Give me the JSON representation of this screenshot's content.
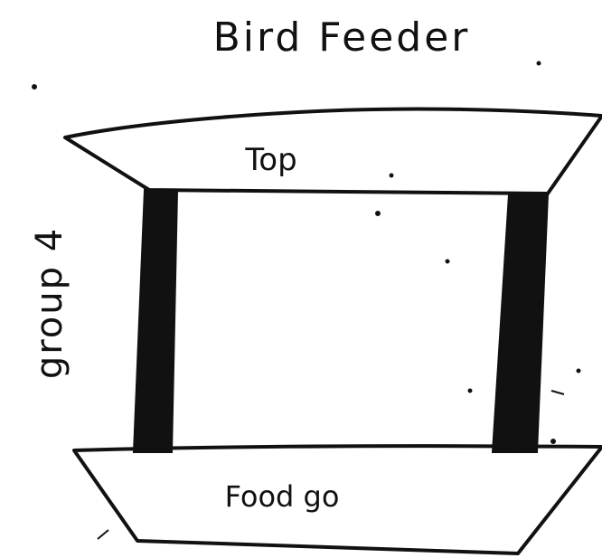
{
  "title": "Bird Feeder",
  "labels": {
    "top": "Top",
    "bottom": "Food go",
    "side": "group 4"
  },
  "colors": {
    "ink": "#111111",
    "paper": "#ffffff"
  }
}
